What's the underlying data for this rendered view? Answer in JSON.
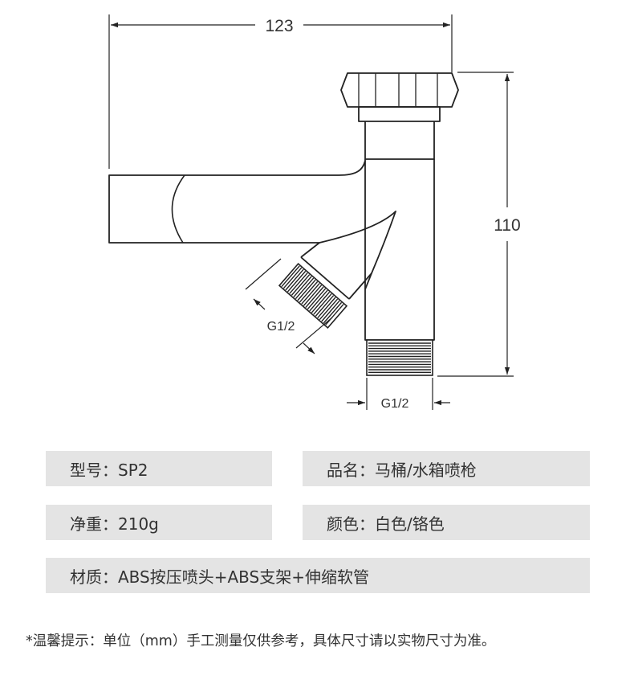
{
  "drawing": {
    "dim_width": "123",
    "dim_height": "110",
    "thread_side": "G1/2",
    "thread_bottom": "G1/2"
  },
  "specs": {
    "model": "型号：SP2",
    "product_name": "品名：马桶/水箱喷枪",
    "net_weight": "净重：210g",
    "color": "颜色：白色/铬色",
    "material": "材质：ABS按压喷头+ABS支架+伸缩软管"
  },
  "note": "*温馨提示：单位（mm）手工测量仅供参考，具体尺寸请以实物尺寸为准。"
}
